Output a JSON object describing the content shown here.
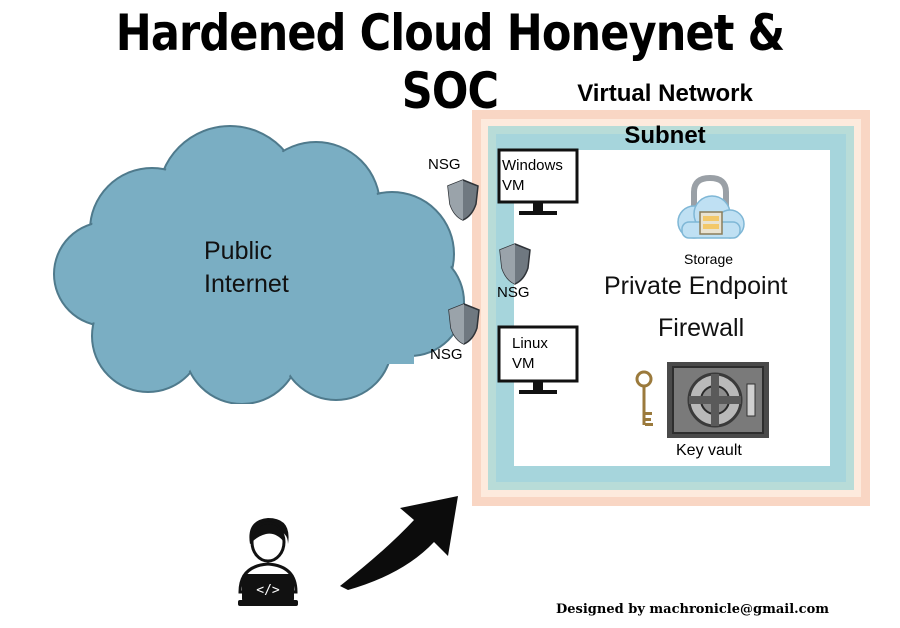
{
  "title": "Hardened Cloud Honeynet & SOC",
  "virtual_network": {
    "label": "Virtual Network"
  },
  "subnet": {
    "label": "Subnet"
  },
  "cloud": {
    "label_line1": "Public",
    "label_line2": "Internet",
    "color": "#7aaec3"
  },
  "nsg": {
    "label_top": "NSG",
    "label_mid": "NSG",
    "label_bottom": "NSG"
  },
  "windows_vm": {
    "line1": "Windows",
    "line2": "VM"
  },
  "linux_vm": {
    "line1": "Linux",
    "line2": "VM"
  },
  "storage": {
    "label": "Storage"
  },
  "private_endpoint": {
    "label": "Private Endpoint"
  },
  "firewall": {
    "label": "Firewall"
  },
  "key_vault": {
    "label": "Key vault"
  },
  "credit": "Designed by machronicle@gmail.com",
  "colors": {
    "frame_outer": "#f9d6c4",
    "frame_teal": "#a6d5dc",
    "shield": "#6f7880"
  }
}
